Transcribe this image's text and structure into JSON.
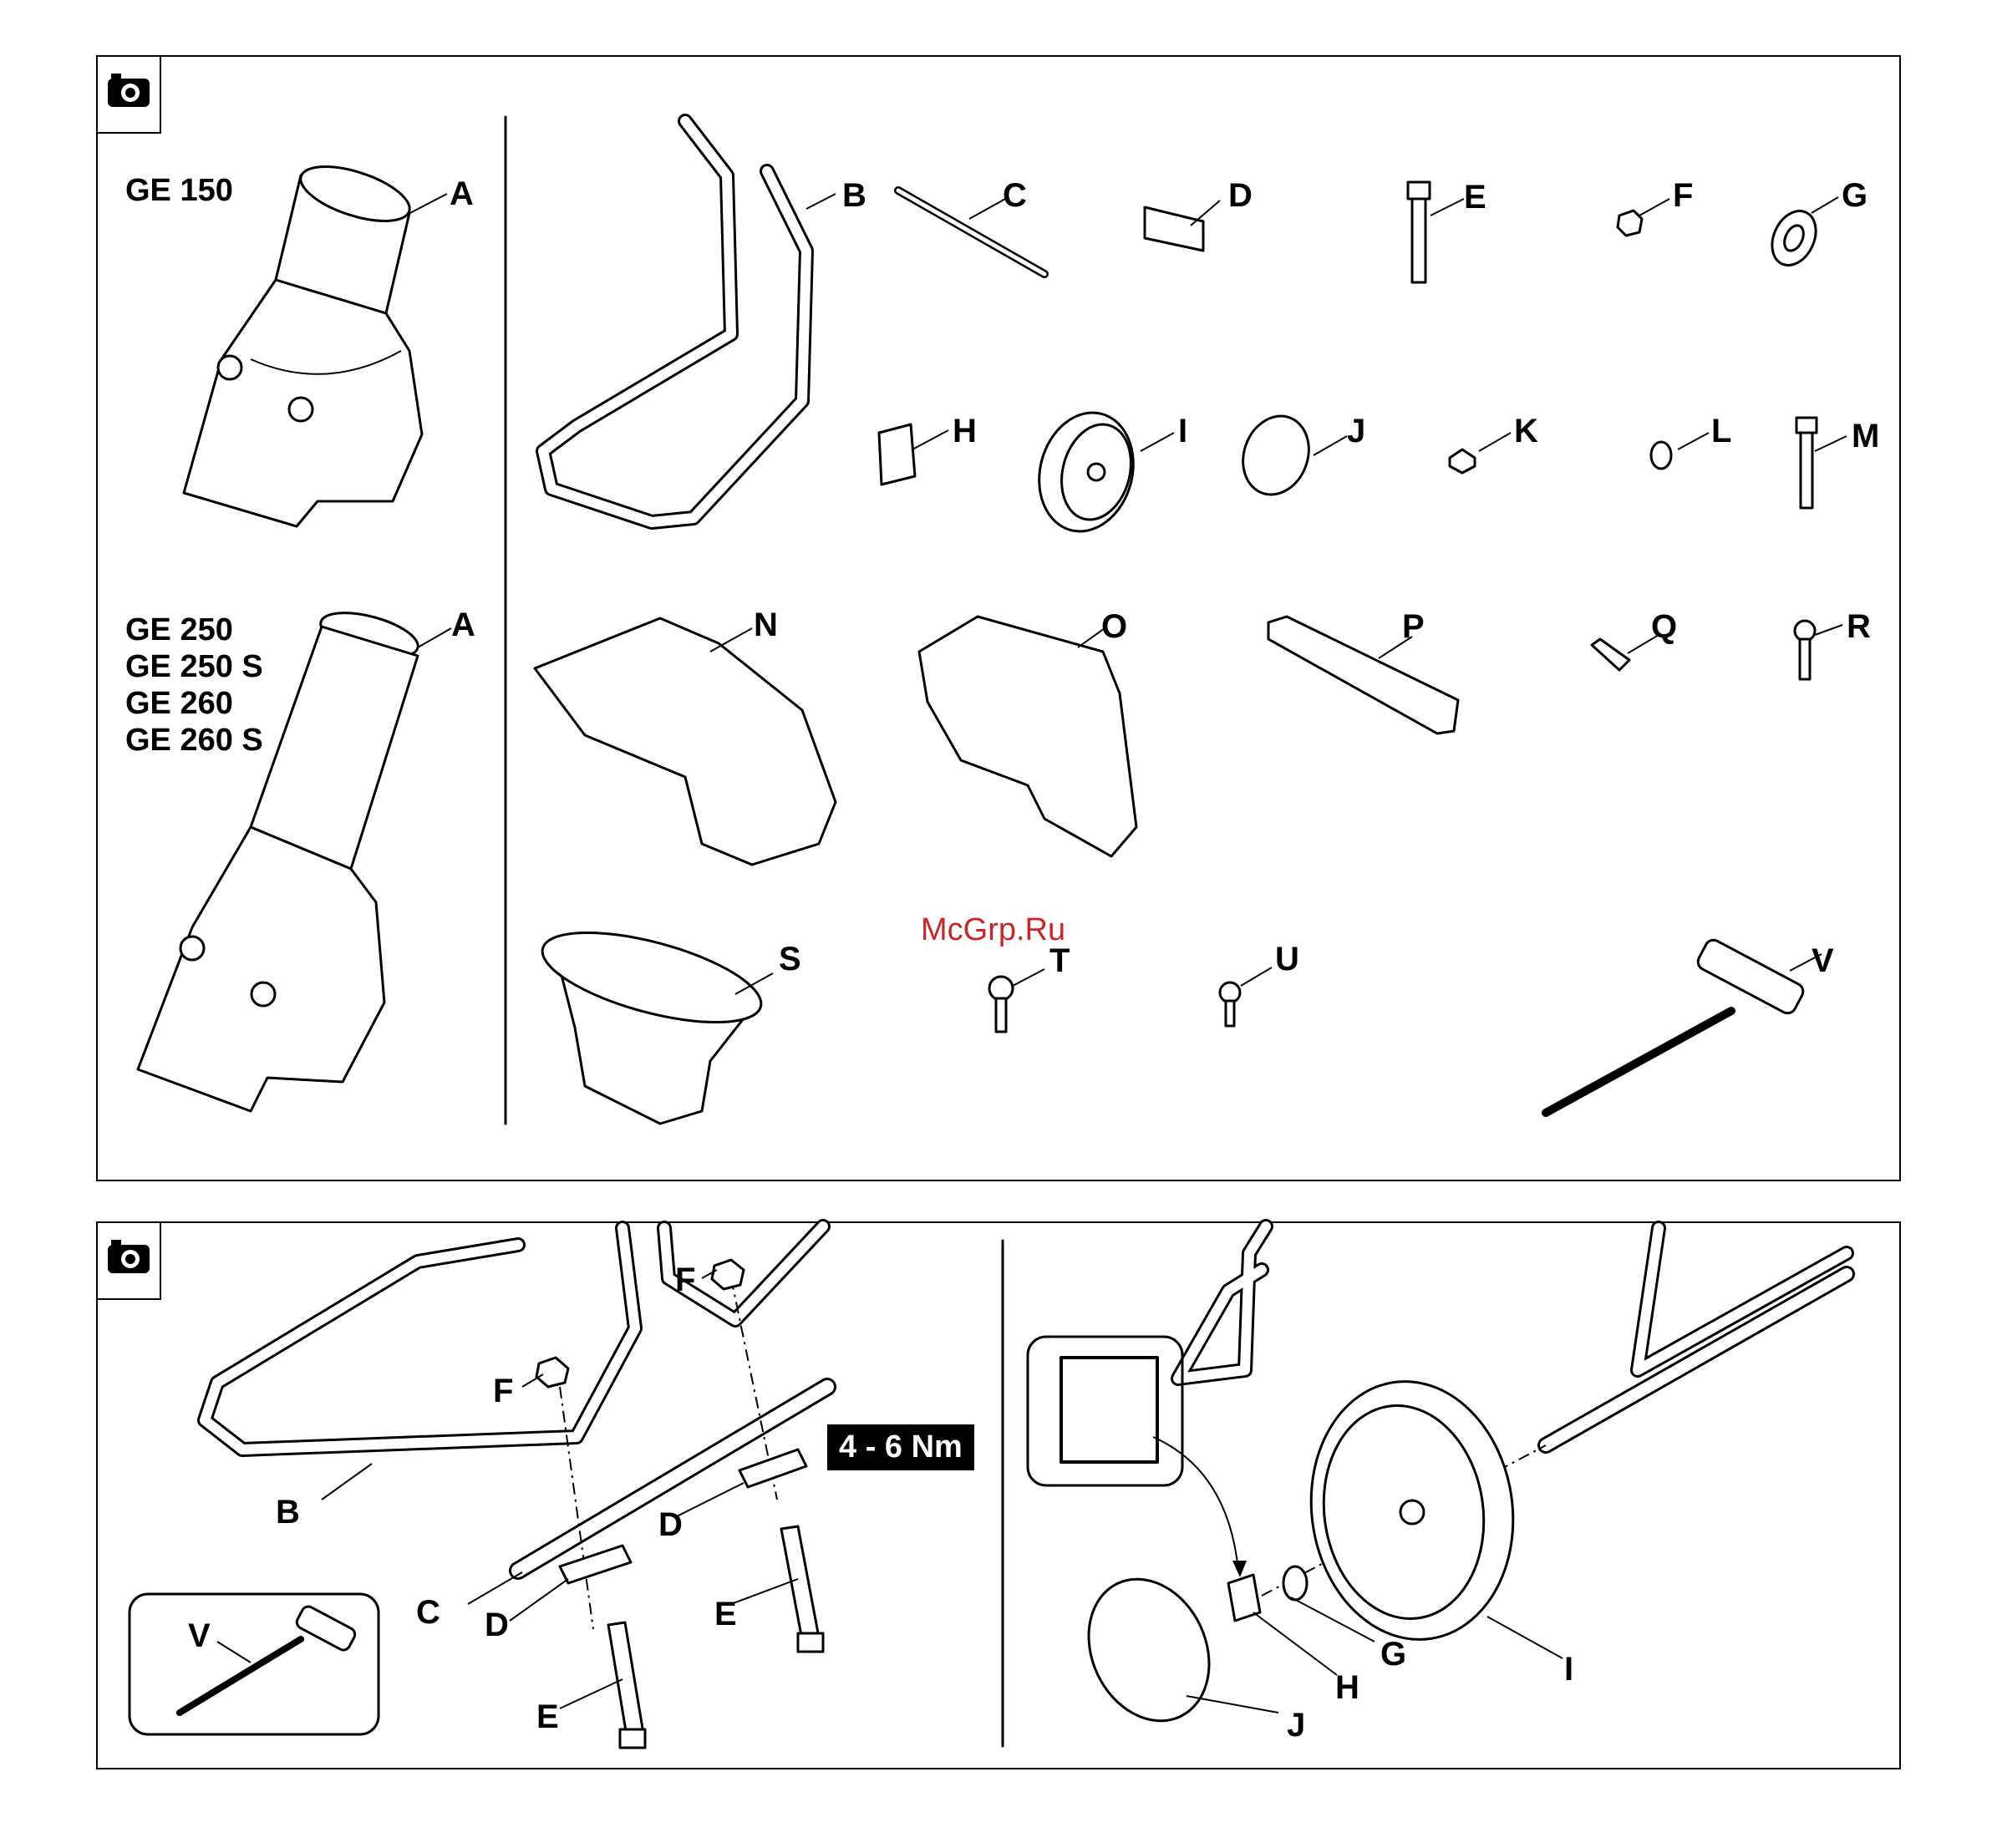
{
  "panel1": {
    "models_top": [
      "GE 150"
    ],
    "models_bottom": [
      "GE 250",
      "GE 250 S",
      "GE 260",
      "GE 260 S"
    ],
    "labels": [
      "A",
      "A",
      "B",
      "C",
      "D",
      "E",
      "F",
      "G",
      "H",
      "I",
      "J",
      "K",
      "L",
      "M",
      "N",
      "O",
      "P",
      "Q",
      "R",
      "S",
      "T",
      "U",
      "V"
    ]
  },
  "watermark": "McGrp.Ru",
  "panel2": {
    "torque": "4 - 6 Nm",
    "labels_left": [
      "F",
      "F",
      "B",
      "D",
      "D",
      "C",
      "E",
      "E",
      "V"
    ],
    "labels_right": [
      "G",
      "H",
      "I",
      "J"
    ]
  },
  "icons": [
    "camera-icon",
    "camera-icon"
  ]
}
